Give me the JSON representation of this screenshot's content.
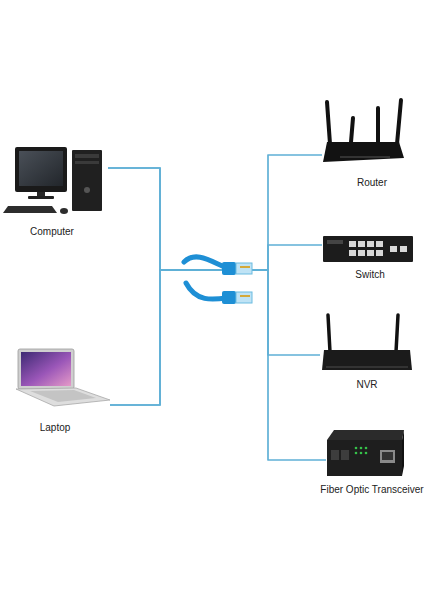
{
  "diagram": {
    "nodes": [
      {
        "text": [
          "Computer"
        ]
      },
      {
        "text": [
          "Laptop"
        ]
      },
      {
        "text": [
          "Router"
        ]
      },
      {
        "text": [
          "Switch"
        ]
      },
      {
        "text": [
          "NVR"
        ]
      },
      {
        "text": [
          "Fiber Optic Transceiver"
        ]
      }
    ],
    "edges": [
      {
        "from": 0,
        "to": 2,
        "arrow": "none"
      },
      {
        "from": 0,
        "to": 3,
        "arrow": "none"
      },
      {
        "from": 0,
        "to": 4,
        "arrow": "none"
      },
      {
        "from": 0,
        "to": 5,
        "arrow": "none"
      },
      {
        "from": 1,
        "to": 2,
        "arrow": "none"
      },
      {
        "from": 1,
        "to": 3,
        "arrow": "none"
      },
      {
        "from": 1,
        "to": 4,
        "arrow": "none"
      },
      {
        "from": 1,
        "to": 5,
        "arrow": "none"
      }
    ]
  }
}
